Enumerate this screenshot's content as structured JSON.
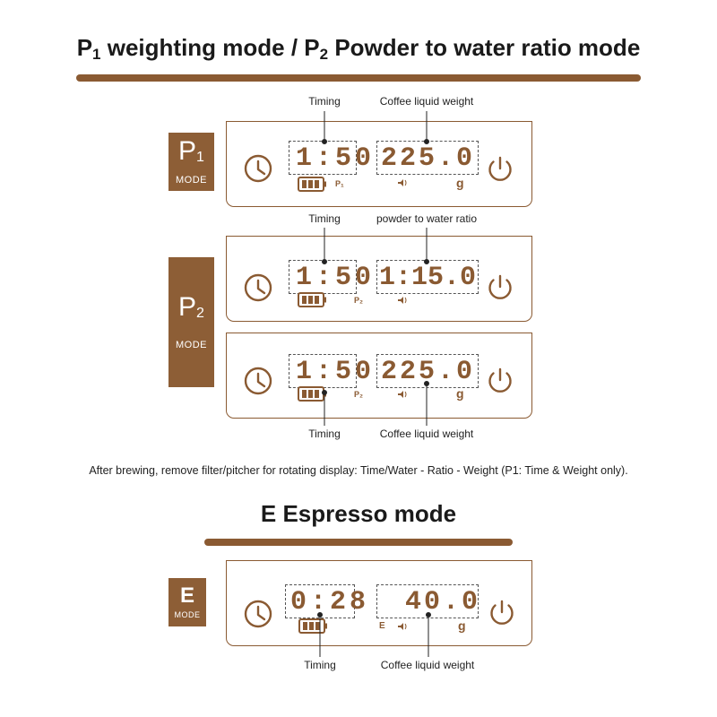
{
  "titles": {
    "main_p1": "P",
    "main_p1_sub": "1",
    "main_mid": " weighting mode / P",
    "main_p2_sub": "2",
    "main_end": " Powder to water ratio mode",
    "espresso": "E Espresso mode"
  },
  "badges": {
    "p1_letter": "P",
    "p1_sub": "1",
    "p1_mode": "MODE",
    "p2_letter": "P",
    "p2_sub": "2",
    "p2_mode": "MODE",
    "e_letter": "E",
    "e_mode": "MODE"
  },
  "panels": {
    "p1": {
      "time": "1:50",
      "value": "225.0",
      "mode_tag": "P₁",
      "unit": "g"
    },
    "p2_ratio": {
      "time": "1:50",
      "value": "1:15.0",
      "mode_tag": "P₂"
    },
    "p2_weight": {
      "time": "1:50",
      "value": "225.0",
      "mode_tag": "P₂",
      "unit": "g"
    },
    "e": {
      "time": "0:28",
      "value": "40.0",
      "mode_tag": "E",
      "unit": "g"
    }
  },
  "labels": {
    "timing_1": "Timing",
    "coffee_1": "Coffee liquid weight",
    "timing_2": "Timing",
    "ratio_2": "powder to water ratio",
    "timing_3": "Timing",
    "coffee_3": "Coffee liquid weight",
    "timing_4": "Timing",
    "coffee_4": "Coffee liquid weight"
  },
  "note": "After brewing, remove filter/pitcher for rotating display: Time/Water - Ratio - Weight (P1: Time & Weight only).",
  "colors": {
    "brown": "#8a5a32",
    "badge": "#8d5e36"
  }
}
